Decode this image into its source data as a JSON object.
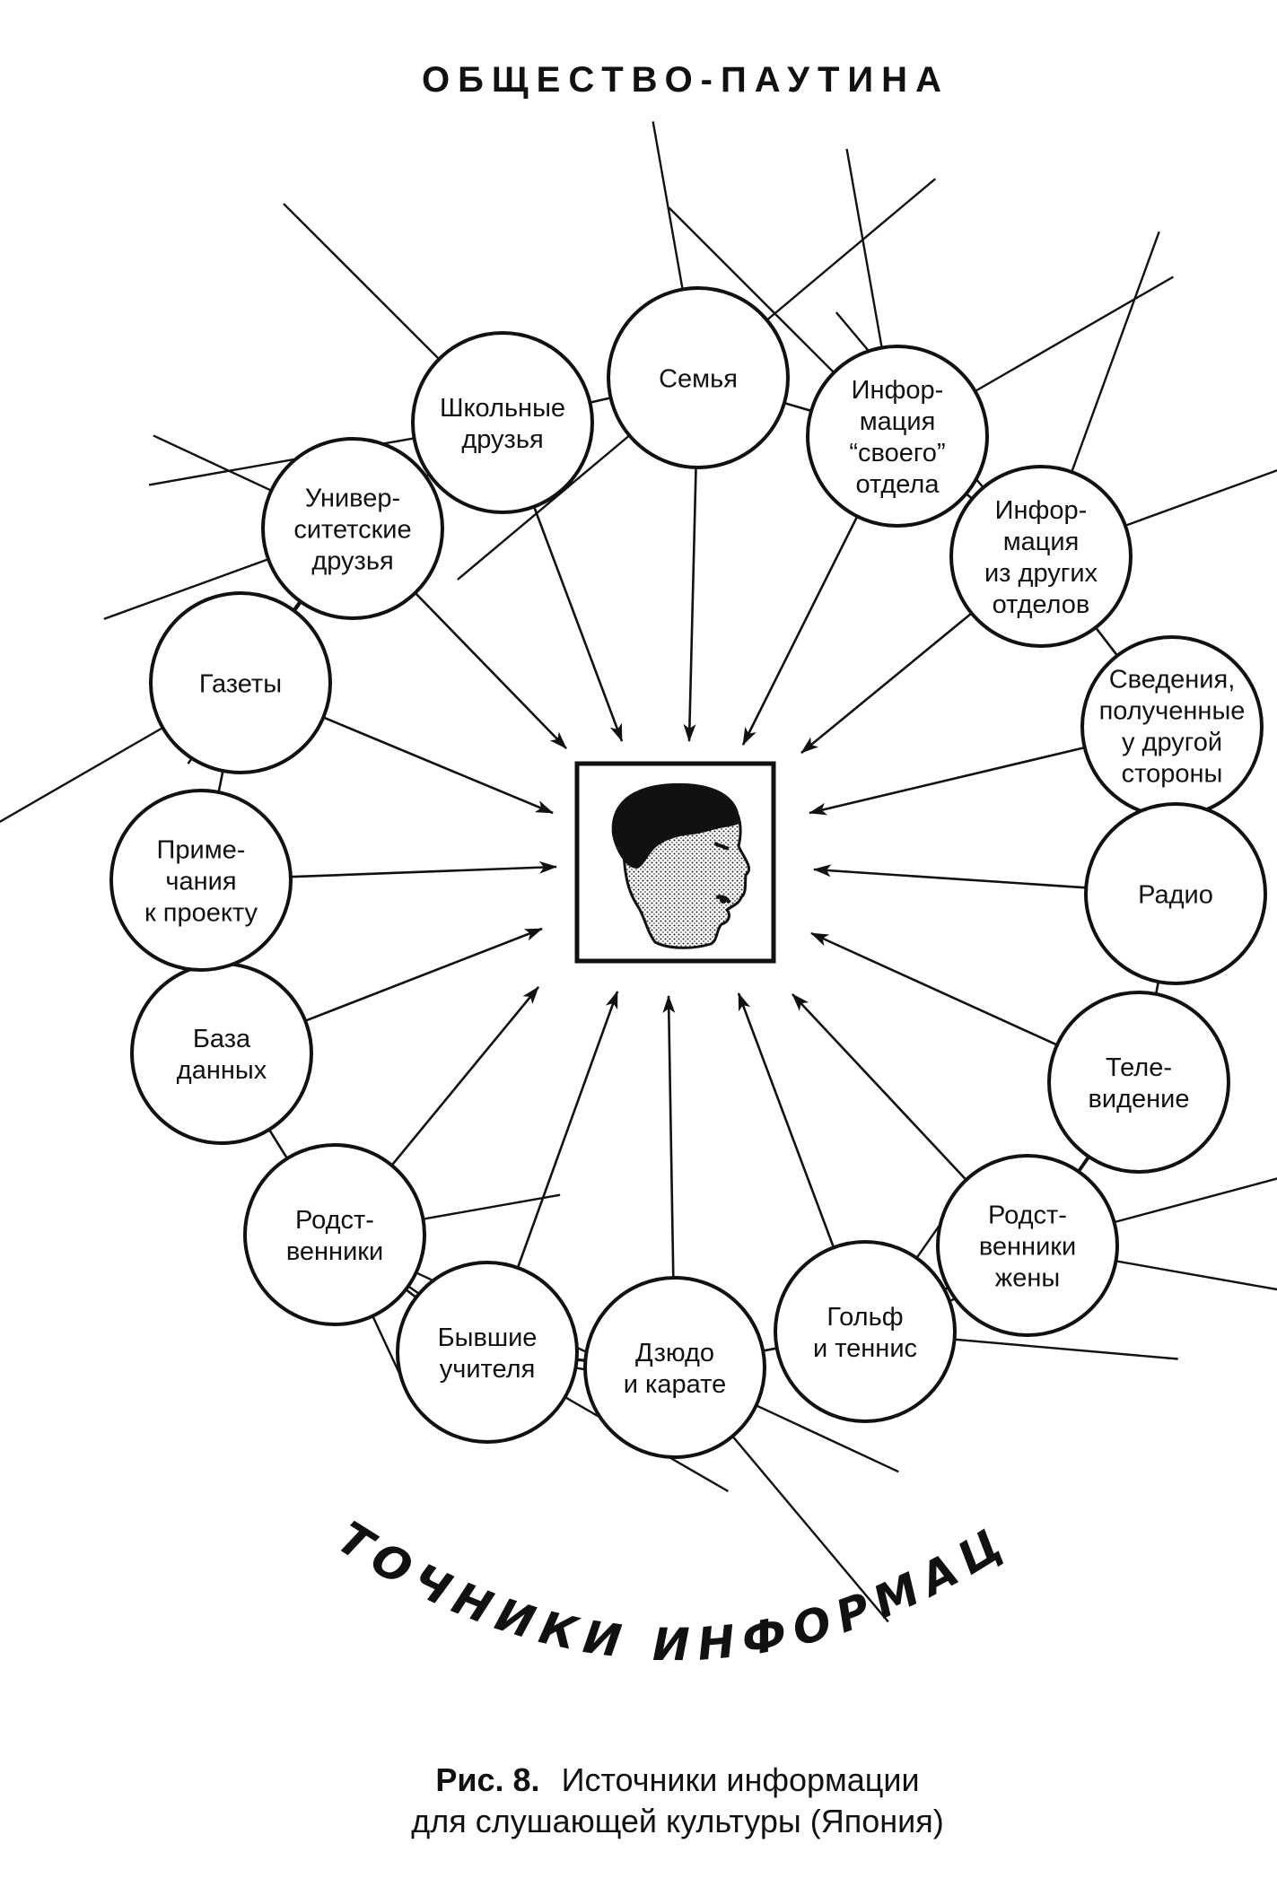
{
  "title": "ОБЩЕСТВО-ПАУТИНА",
  "arc_label": "ИСТОЧНИКИ    ИНФОРМАЦИИ",
  "caption": {
    "label": "Рис. 8.",
    "line1": "Источники информации",
    "line2": "для слушающей культуры (Япония)"
  },
  "center": {
    "icon": "person-head-profile-icon"
  },
  "sources": [
    {
      "id": "school-friends",
      "lines": [
        "Школьные",
        "друзья"
      ]
    },
    {
      "id": "family",
      "lines": [
        "Семья"
      ]
    },
    {
      "id": "own-department",
      "lines": [
        "Инфор-",
        "мация",
        "“своего”",
        "отдела"
      ]
    },
    {
      "id": "other-departments",
      "lines": [
        "Инфор-",
        "мация",
        "из других",
        "отделов"
      ]
    },
    {
      "id": "other-side",
      "lines": [
        "Сведения,",
        "полученные",
        "у другой",
        "стороны"
      ]
    },
    {
      "id": "radio",
      "lines": [
        "Радио"
      ]
    },
    {
      "id": "television",
      "lines": [
        "Теле-",
        "видение"
      ]
    },
    {
      "id": "wife-relatives",
      "lines": [
        "Родст-",
        "венники",
        "жены"
      ]
    },
    {
      "id": "golf-tennis",
      "lines": [
        "Гольф",
        "и теннис"
      ]
    },
    {
      "id": "judo-karate",
      "lines": [
        "Дзюдо",
        "и карате"
      ]
    },
    {
      "id": "former-teachers",
      "lines": [
        "Бывшие",
        "учителя"
      ]
    },
    {
      "id": "relatives",
      "lines": [
        "Родст-",
        "венники"
      ]
    },
    {
      "id": "database",
      "lines": [
        "База",
        "данных"
      ]
    },
    {
      "id": "project-notes",
      "lines": [
        "Приме-",
        "чания",
        "к проекту"
      ]
    },
    {
      "id": "newspapers",
      "lines": [
        "Газеты"
      ]
    },
    {
      "id": "university-friends",
      "lines": [
        "Универ-",
        "ситетские",
        "друзья"
      ]
    }
  ]
}
